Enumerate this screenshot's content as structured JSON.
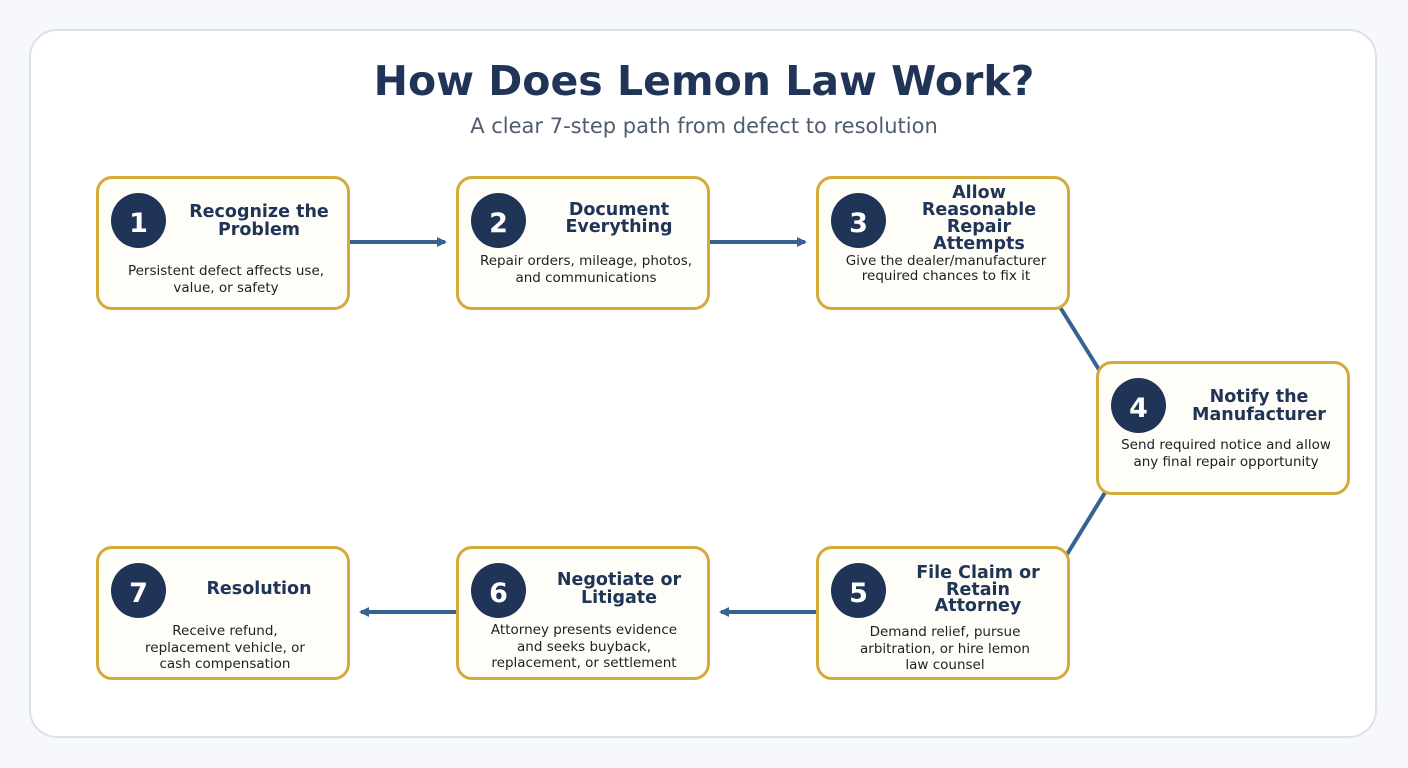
{
  "header": {
    "title": "How Does Lemon Law Work?",
    "subtitle": "A clear 7-step path from defect to resolution"
  },
  "steps": [
    {
      "number": "1",
      "title": "Recognize the Problem",
      "description": "Persistent defect affects use, value, or safety"
    },
    {
      "number": "2",
      "title": "Document Everything",
      "description": "Repair orders, mileage, photos, and communications"
    },
    {
      "number": "3",
      "title": "Allow Reasonable Repair Attempts",
      "description": "Give the dealer/manufacturer required chances to fix it"
    },
    {
      "number": "4",
      "title": "Notify the Manufacturer",
      "description": "Send required notice and allow any final repair opportunity"
    },
    {
      "number": "5",
      "title": "File Claim or Retain Attorney",
      "description": "Demand relief, pursue arbitration, or hire lemon law counsel"
    },
    {
      "number": "6",
      "title": "Negotiate or Litigate",
      "description": "Attorney presents evidence and seeks buyback, replacement, or settlement"
    },
    {
      "number": "7",
      "title": "Resolution",
      "description": "Receive refund, replacement vehicle, or cash compensation"
    }
  ],
  "colors": {
    "navy": "#1f3456",
    "gold_border": "#d4aa3b",
    "arrow": "#376393"
  }
}
